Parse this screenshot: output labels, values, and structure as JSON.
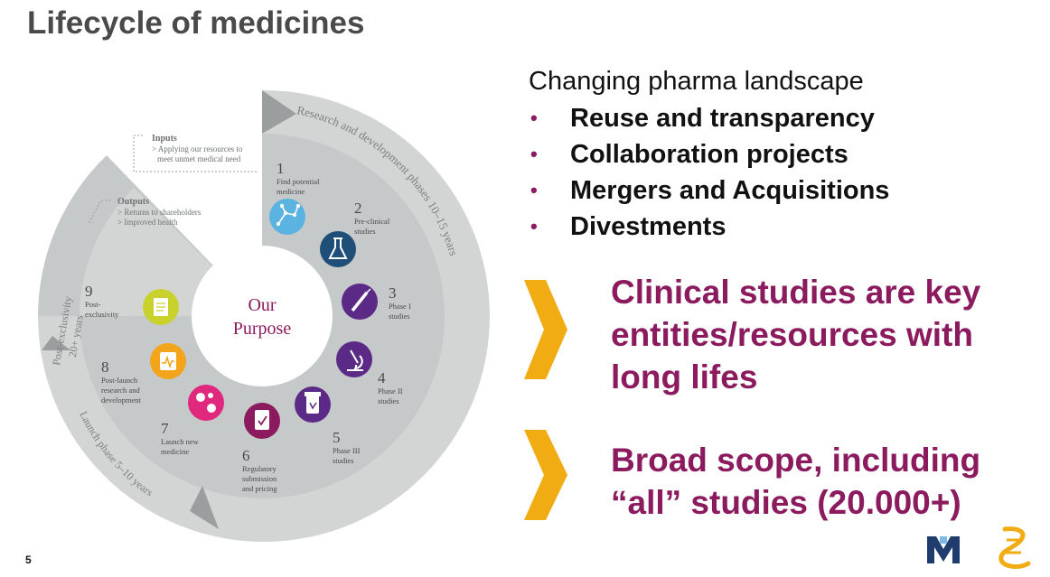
{
  "slide": {
    "title": "Lifecycle of medicines",
    "page_number": "5"
  },
  "diagram": {
    "center_line1": "Our",
    "center_line2": "Purpose",
    "rd_label": "Research and development phases 10–15 years",
    "launch_label": "Launch phase 5–10 years",
    "post_label_line1": "Post-exclusivity",
    "post_label_line2": "20+ years",
    "inputs_title": "Inputs",
    "inputs_line1": "> Applying our resources to",
    "inputs_line2": "meet unmet medical need",
    "outputs_title": "Outputs",
    "outputs_line1": "> Returns to shareholders",
    "outputs_line2": "> Improved health",
    "steps": [
      {
        "num": "1",
        "line1": "Find potential",
        "line2": "medicine",
        "line3": "",
        "icon": "molecule-icon",
        "color": "#5ab3e0"
      },
      {
        "num": "2",
        "line1": "Pre-clinical",
        "line2": "studies",
        "line3": "",
        "icon": "flask-icon",
        "color": "#1f4e79"
      },
      {
        "num": "3",
        "line1": "Phase I",
        "line2": "studies",
        "line3": "",
        "icon": "syringe-icon",
        "color": "#5b2a86"
      },
      {
        "num": "4",
        "line1": "Phase II",
        "line2": "studies",
        "line3": "",
        "icon": "microscope-icon",
        "color": "#5b2a86"
      },
      {
        "num": "5",
        "line1": "Phase III",
        "line2": "studies",
        "line3": "",
        "icon": "pill-bottle-icon",
        "color": "#5b2a86"
      },
      {
        "num": "6",
        "line1": "Regulatory",
        "line2": "submission",
        "line3": "and pricing",
        "icon": "clipboard-icon",
        "color": "#8b1b5e"
      },
      {
        "num": "7",
        "line1": "Launch new",
        "line2": "medicine",
        "line3": "",
        "icon": "pills-icon",
        "color": "#e0287e"
      },
      {
        "num": "8",
        "line1": "Post-launch",
        "line2": "research and",
        "line3": "development",
        "icon": "chart-icon",
        "color": "#f2a51a"
      },
      {
        "num": "9",
        "line1": "Post-",
        "line2": "exclusivity",
        "line3": "",
        "icon": "document-icon",
        "color": "#c9d12c"
      }
    ]
  },
  "panel": {
    "subtitle": "Changing pharma landscape",
    "bullets": [
      "Reuse and transparency",
      "Collaboration projects",
      "Mergers and Acquisitions",
      "Divestments"
    ],
    "callout1_lines": [
      "Clinical studies are key",
      "entities/resources with",
      "long lifes"
    ],
    "callout2_lines": [
      "Broad scope, including",
      "“all” studies (20.000+)"
    ]
  },
  "colors": {
    "accent": "#8b1b5e",
    "arrow": "#f2ac13",
    "ring": "#d3d5d5",
    "ring_dark": "#b9bcbc"
  }
}
